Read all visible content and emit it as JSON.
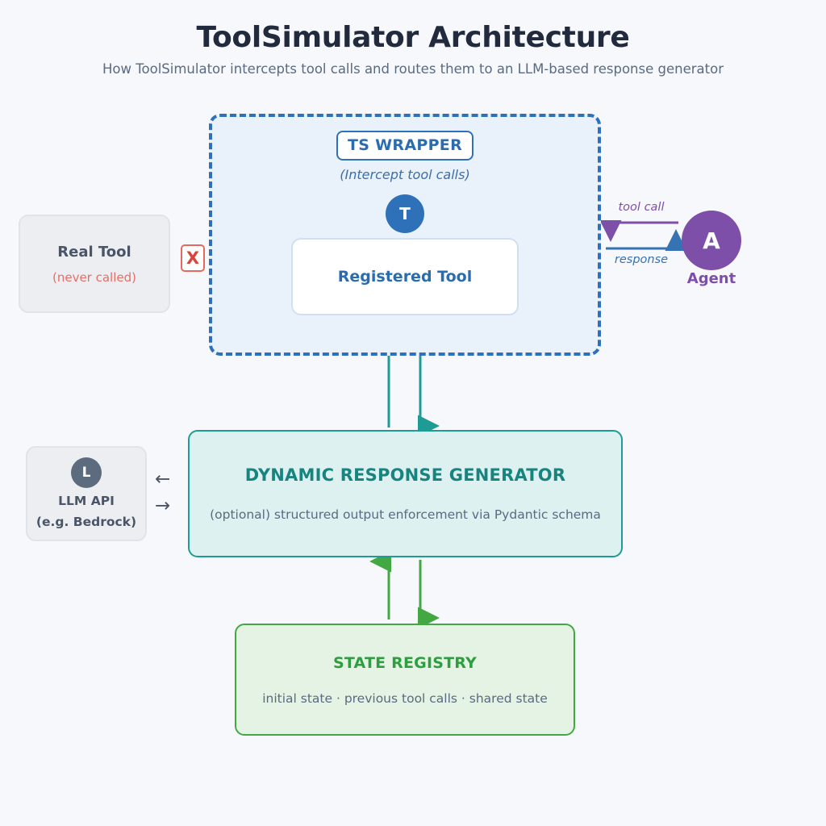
{
  "header": {
    "title": "ToolSimulator Architecture",
    "subtitle": "How ToolSimulator intercepts tool calls and routes them to an LLM-based response generator"
  },
  "ts_wrapper": {
    "badge": "TS WRAPPER",
    "note": "(Intercept tool calls)",
    "tool_initial": "T",
    "registered_tool_label": "Registered Tool",
    "border_color": "#2f71b8",
    "fill_color": "#e9f1fb"
  },
  "real_tool": {
    "label": "Real Tool",
    "note": "(never called)",
    "blocked_marker": "X",
    "marker_color": "#d9453c"
  },
  "agent": {
    "initial": "A",
    "label": "Agent",
    "color": "#7d4fa8",
    "tool_call_label": "tool call",
    "response_label": "response",
    "response_color": "#3573b5"
  },
  "dynamic_response_generator": {
    "title": "DYNAMIC RESPONSE GENERATOR",
    "note": "(optional) structured output enforcement via Pydantic schema",
    "border_color": "#1f9b96",
    "fill_color": "#ddf1f0"
  },
  "llm_api": {
    "initial": "L",
    "name": "LLM API",
    "sub": "(e.g. Bedrock)",
    "arrow_in": "←",
    "arrow_out": "→"
  },
  "state_registry": {
    "title": "STATE REGISTRY",
    "note": "initial state  ·  previous tool calls  ·  shared state",
    "border_color": "#43a843",
    "fill_color": "#e4f3e4"
  },
  "connectors": {
    "wrapper_to_generator_color": "#1f9b96",
    "generator_to_registry_color": "#43a843"
  }
}
